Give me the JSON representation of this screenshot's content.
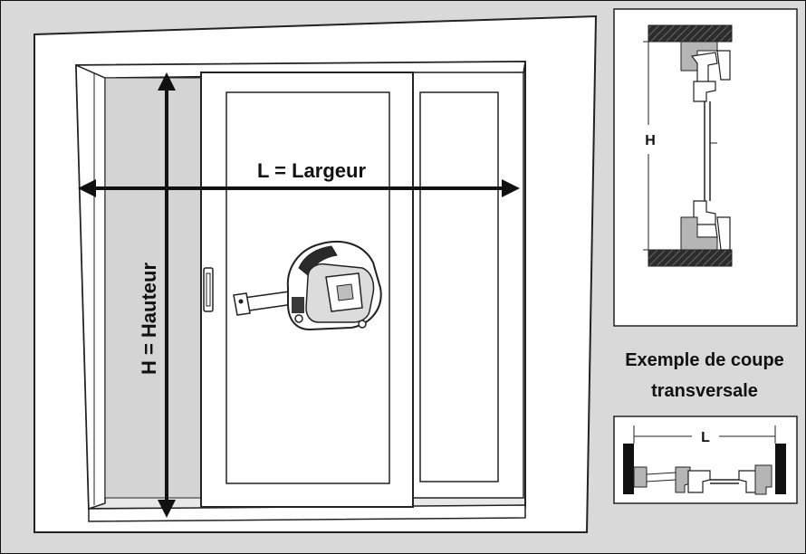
{
  "main": {
    "width_label": "L = Largeur",
    "height_label": "H = Hauteur"
  },
  "section_vertical": {
    "h_label": "H"
  },
  "caption": {
    "line1": "Exemple de coupe",
    "line2": "transversale"
  },
  "section_horizontal": {
    "l_label": "L"
  },
  "colors": {
    "background": "#d9d9d9",
    "frame": "#ffffff",
    "stroke": "#222222",
    "hatch": "#3a3a3a",
    "profile_gray": "#b5b5b5",
    "black_seal": "#111111"
  },
  "icons": [
    "tape-measure-icon",
    "door-handle-icon"
  ]
}
